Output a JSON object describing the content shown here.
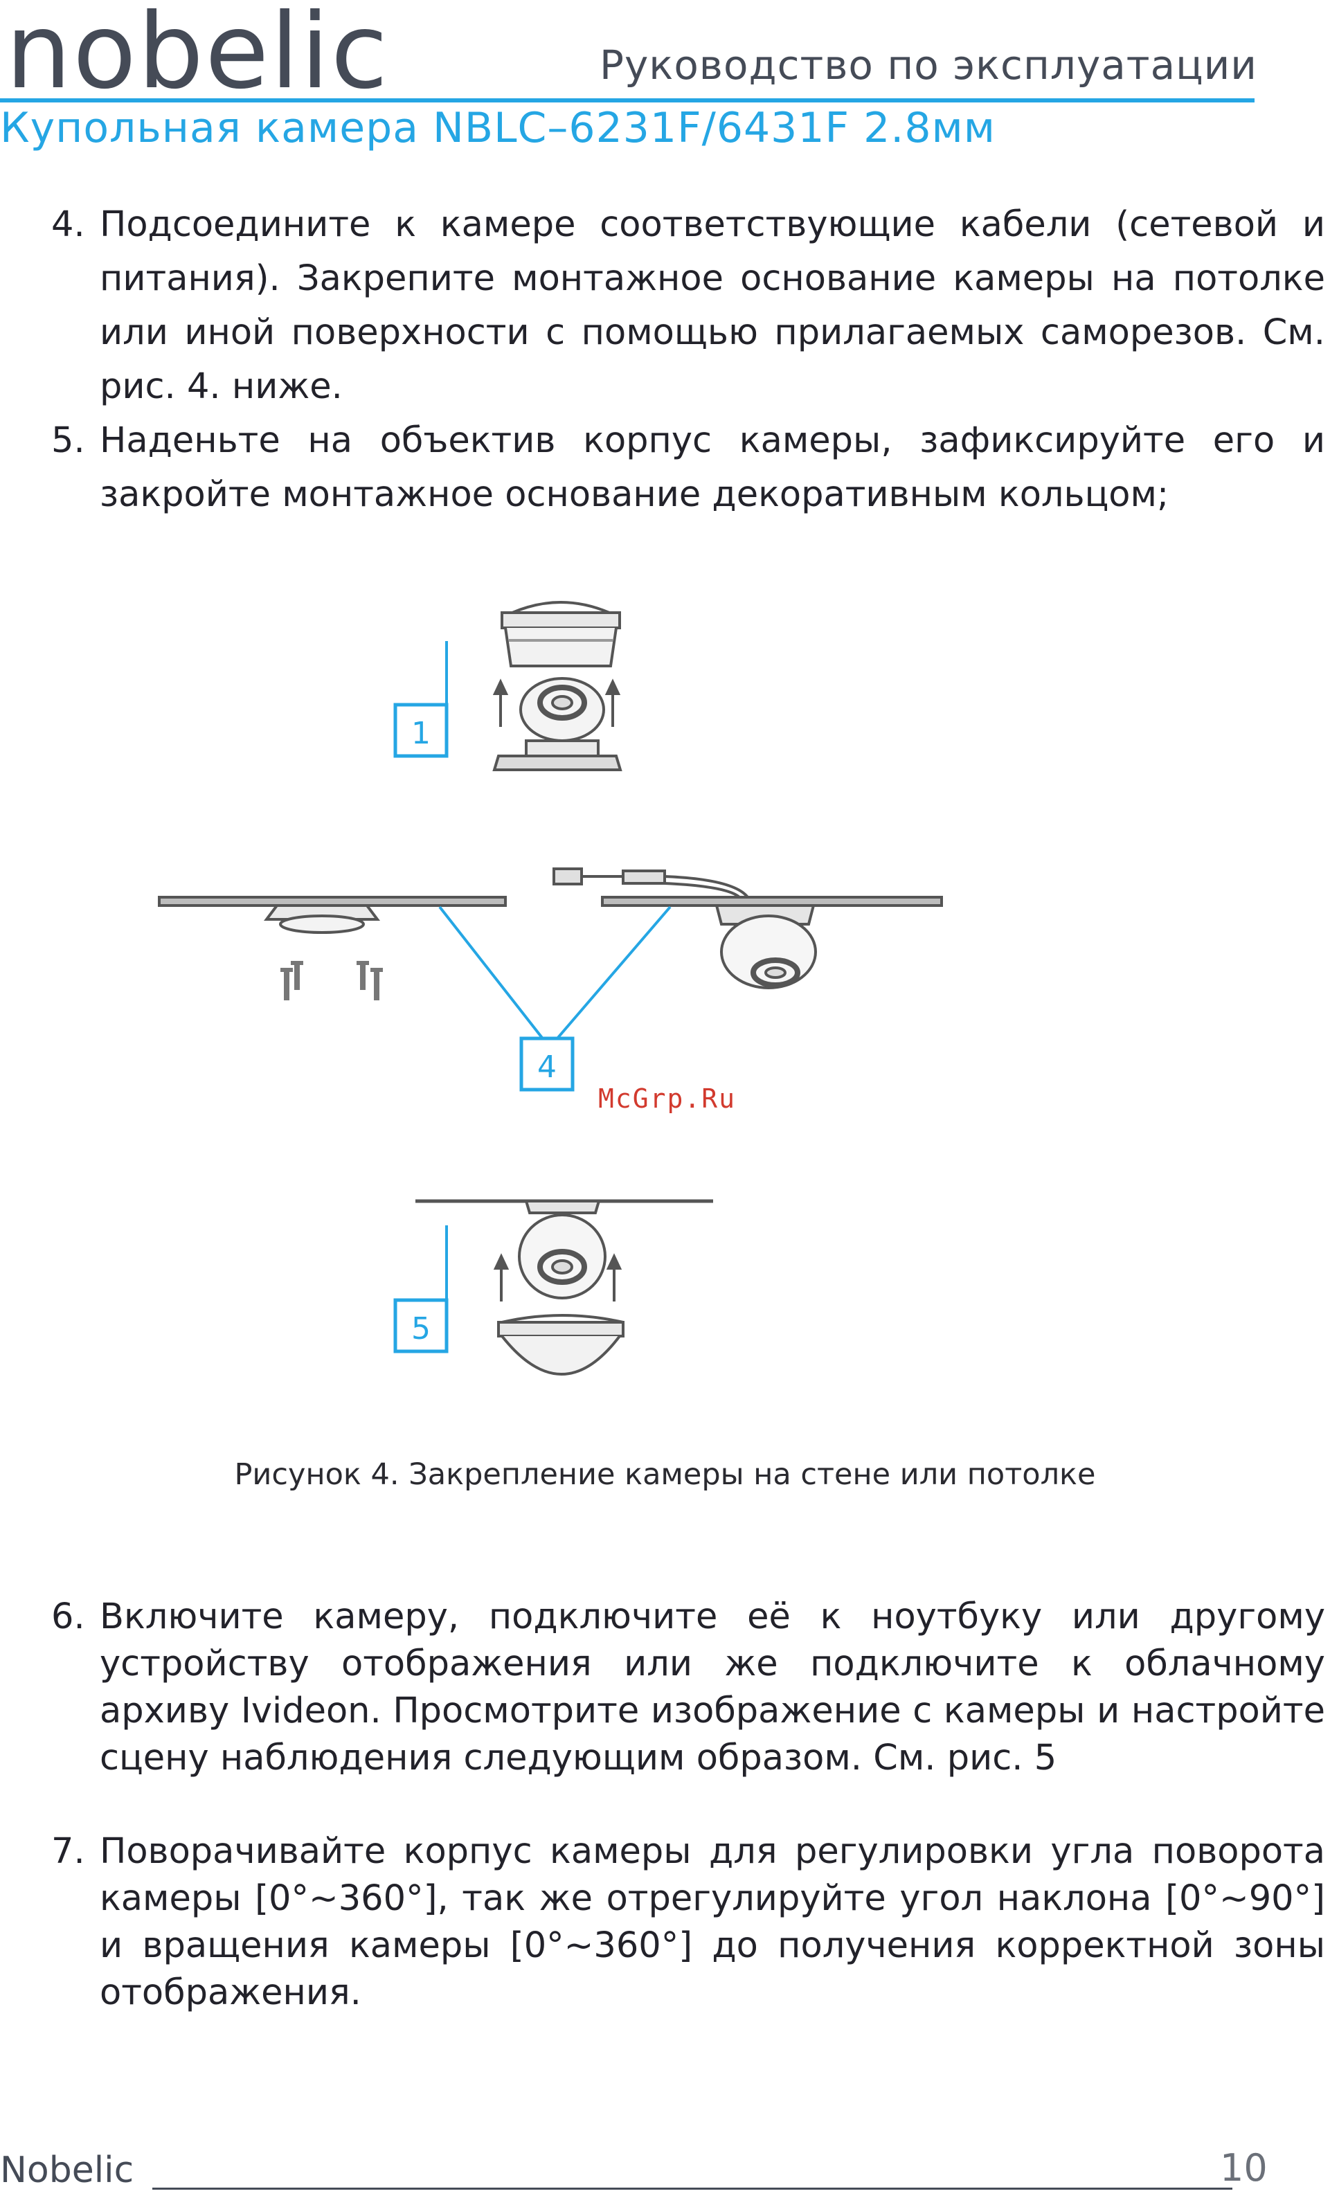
{
  "header": {
    "logo_text": "nobelic",
    "doc_title": "Руководство по эксплуатации",
    "product_title": "Купольная камера NBLC–6231F/6431F 2.8мм"
  },
  "steps": [
    {
      "num": "4.",
      "text": "Подсоедините к камере соответствующие кабели (сетевой и питания). Закрепите монтажное основание камеры на потолке или иной поверхности с помощью прилагаемых саморезов. См. рис. 4. ниже."
    },
    {
      "num": "5.",
      "text": "Наденьте на объектив корпус камеры, зафиксируйте его и закройте монтажное основание декоративным кольцом;"
    },
    {
      "num": "6.",
      "text": "Включите камеру, подключите её к ноутбуку или другому устройству отображения или же подключите к облачному архиву Ivideon. Просмотрите изображение с камеры и настройте сцену наблюдения следующим образом. См. рис. 5"
    },
    {
      "num": "7.",
      "text": "Поворачивайте корпус камеры для регулировки угла поворота камеры [0°~360°], так же отрегулируйте угол наклона [0°~90°] и вращения камеры [0°~360°] до получения корректной зоны отображения."
    }
  ],
  "figure": {
    "step_labels": [
      "1",
      "4",
      "5"
    ],
    "caption": "Рисунок 4. Закрепление камеры на стене или потолке",
    "accent_color": "#25a6e4"
  },
  "watermark": "McGrp.Ru",
  "footer": {
    "brand": "Nobelic",
    "page_number": "10"
  }
}
